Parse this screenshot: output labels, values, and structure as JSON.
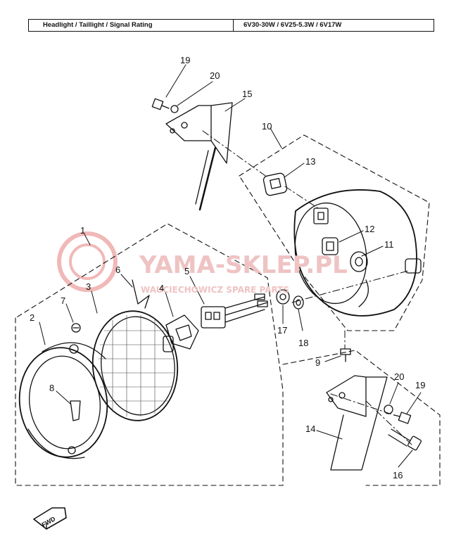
{
  "spec": {
    "label": "Headlight / Taillight / Signal Rating",
    "value": "6V30-30W / 6V25-5.3W / 6V17W"
  },
  "callouts": [
    "1",
    "2",
    "3",
    "4",
    "5",
    "6",
    "7",
    "8",
    "9",
    "10",
    "11",
    "12",
    "13",
    "14",
    "15",
    "16",
    "17",
    "18",
    "19",
    "20",
    "19",
    "20"
  ],
  "watermark": {
    "brand": "YAMA-SKLEP.PL",
    "subline": "WAUCIECHOWICZ SPARE PARTS",
    "color": "#e8a0a0"
  },
  "fwd_mark": "FWD"
}
